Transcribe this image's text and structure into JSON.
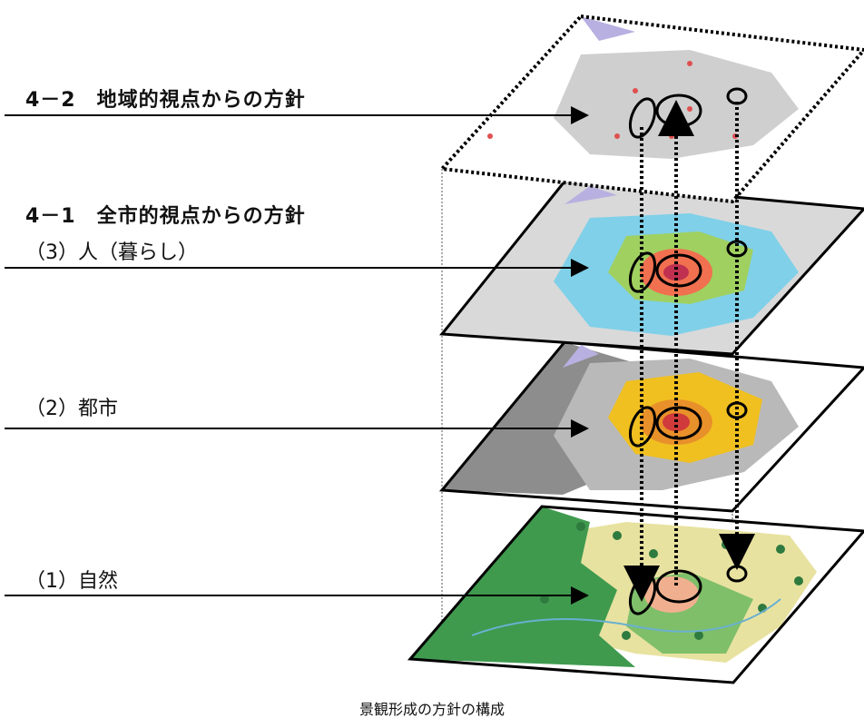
{
  "labels": {
    "l42": "4－2　地域的視点からの方針",
    "l41": "4－1　全市的視点からの方針",
    "l3": "（3）人（暮らし）",
    "l2": "（2）都市",
    "l1": "（1）自然"
  },
  "caption": "景観形成の方針の構成",
  "colors": {
    "nature_green": "#3f9a4e",
    "nature_light": "#e8e2a0",
    "urban_gray": "#a8a8a8",
    "urban_yellow": "#f0c020",
    "people_blue": "#7fd0e8",
    "people_core": "#f07050",
    "region_gray": "#cfcfcf",
    "accent_purple": "#b8b0e0"
  }
}
